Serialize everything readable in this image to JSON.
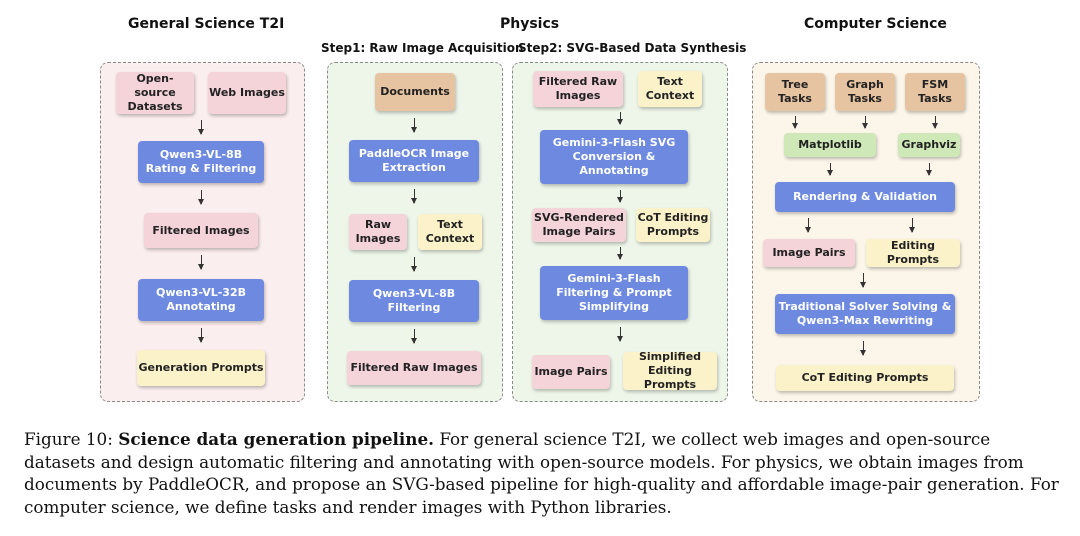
{
  "headers": {
    "gs": "General Science T2I",
    "physics": "Physics",
    "step1": "Step1: Raw Image Acquisition",
    "step2": "Step2: SVG-Based Data Synthesis",
    "cs": "Computer Science"
  },
  "gs": {
    "open_source": "Open-source Datasets",
    "web_images": "Web Images",
    "qwen8b": "Qwen3-VL-8B Rating & Filtering",
    "filtered": "Filtered Images",
    "qwen32b": "Qwen3-VL-32B Annotating",
    "prompts": "Generation Prompts"
  },
  "step1": {
    "documents": "Documents",
    "paddle": "PaddleOCR Image Extraction",
    "raw_images": "Raw Images",
    "text_context": "Text Context",
    "qwen8b": "Qwen3-VL-8B Filtering",
    "filtered_raw": "Filtered Raw Images"
  },
  "step2": {
    "filtered_raw": "Filtered Raw Images",
    "text_context": "Text Context",
    "gemini_svg": "Gemini-3-Flash SVG Conversion & Annotating",
    "svg_pairs": "SVG-Rendered Image Pairs",
    "cot_prompts": "CoT Editing Prompts",
    "gemini_filter": "Gemini-3-Flash Filtering & Prompt Simplifying",
    "image_pairs": "Image Pairs",
    "simplified": "Simplified Editing Prompts"
  },
  "cs": {
    "tree": "Tree Tasks",
    "graph": "Graph Tasks",
    "fsm": "FSM Tasks",
    "matplotlib": "Matplotlib",
    "graphviz": "Graphviz",
    "rendering": "Rendering & Validation",
    "image_pairs": "Image Pairs",
    "editing_prompts": "Editing Prompts",
    "solver": "Traditional Solver Solving & Qwen3-Max Rewriting",
    "cot_prompts": "CoT Editing Prompts"
  },
  "caption": {
    "label": "Figure",
    "number": "10:",
    "title": "Science data generation pipeline.",
    "body": "For general science T2I, we collect web images and open-source datasets and design automatic filtering and annotating with open-source models. For physics, we obtain images from documents by PaddleOCR, and propose an SVG-based pipeline for high-quality and affordable image-pair generation. For computer science, we define tasks and render images with Python libraries."
  },
  "colors": {
    "pink": "#f4d3d9",
    "tan": "#e6c3a1",
    "yellow": "#fbf2c9",
    "green": "#cfe8b7",
    "blue": "#6e8ae0",
    "panel_gs": "#fbeeee",
    "panel_physics": "#eef6ea",
    "panel_cs": "#fcf6ea"
  }
}
